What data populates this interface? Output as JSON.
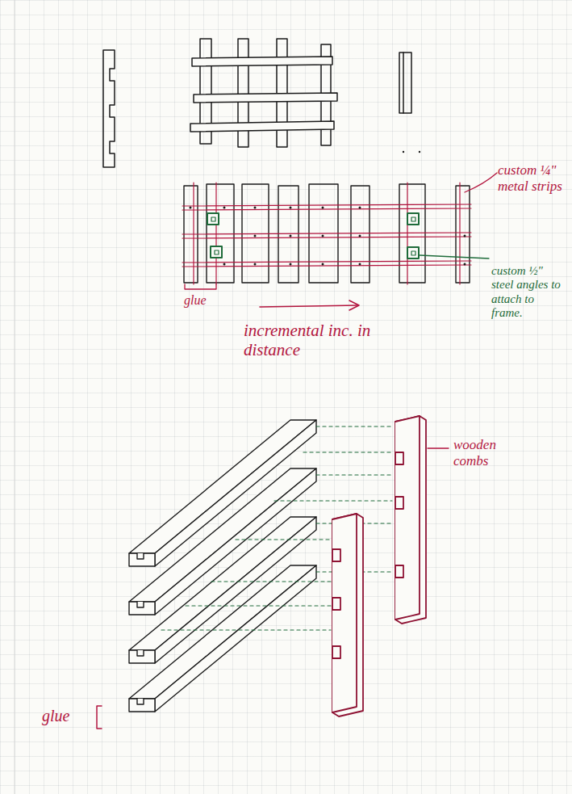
{
  "diagram": {
    "labels": [
      "custom ¼\" metal strips",
      "custom ½\" steel angles to attach to frame.",
      "glue",
      "incremental inc. in distance",
      "wooden combs",
      "glue"
    ]
  }
}
